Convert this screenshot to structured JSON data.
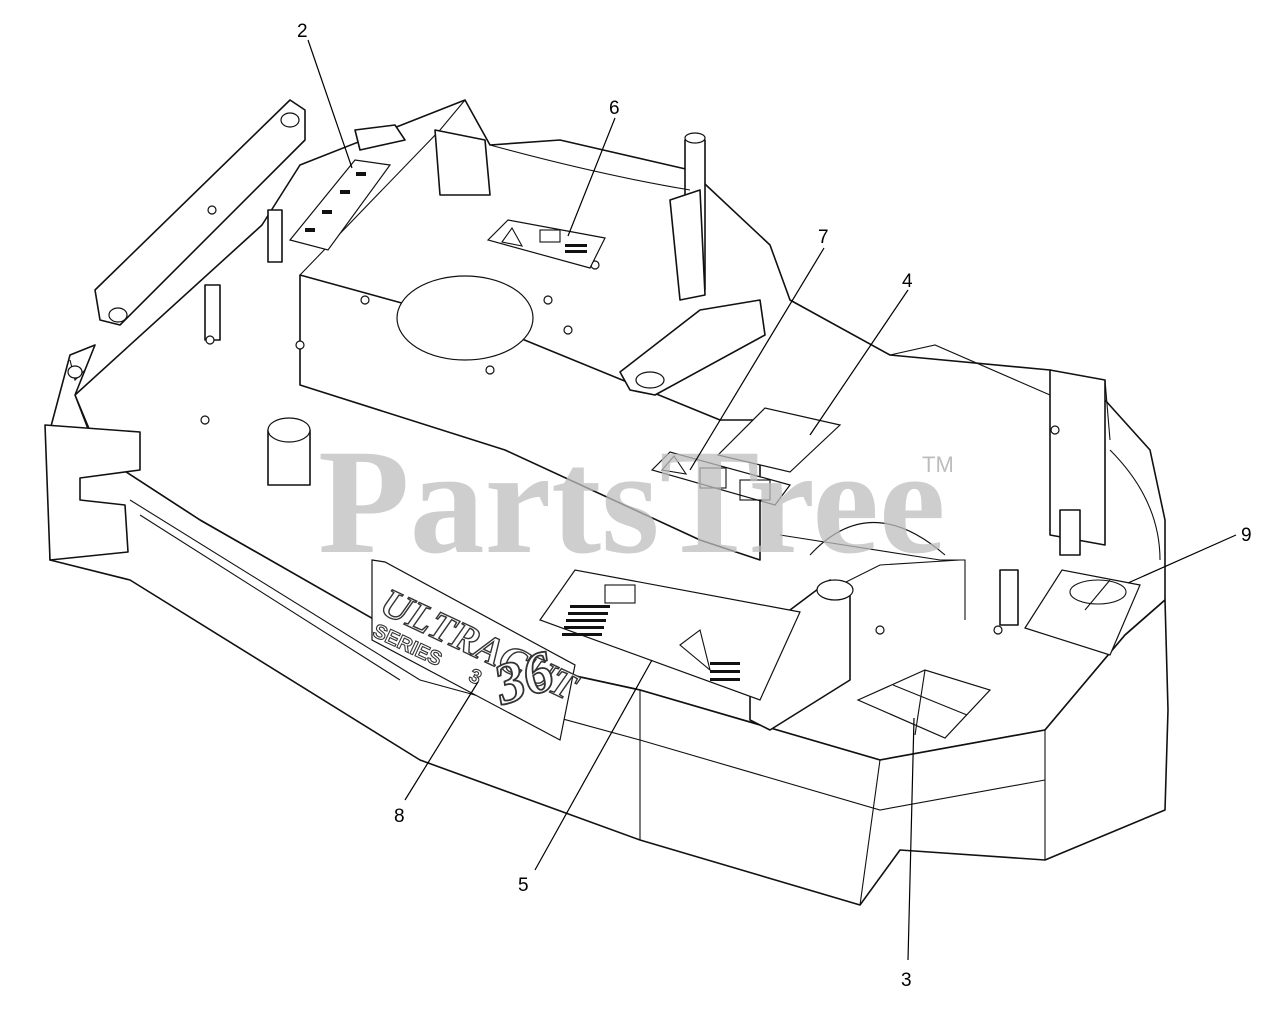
{
  "watermark": {
    "text": "PartsTree",
    "trademark": "TM"
  },
  "product_logo": {
    "brand": "ULTRACUT",
    "series": "SERIES",
    "series_number": "3",
    "size": "36"
  },
  "callouts": [
    {
      "id": "c2",
      "label": "2"
    },
    {
      "id": "c6",
      "label": "6"
    },
    {
      "id": "c7",
      "label": "7"
    },
    {
      "id": "c4",
      "label": "4"
    },
    {
      "id": "c9",
      "label": "9"
    },
    {
      "id": "c8",
      "label": "8"
    },
    {
      "id": "c5",
      "label": "5"
    },
    {
      "id": "c3",
      "label": "3"
    }
  ],
  "colors": {
    "line": "#111111",
    "watermark": "#bdbdbd",
    "background": "#ffffff"
  }
}
